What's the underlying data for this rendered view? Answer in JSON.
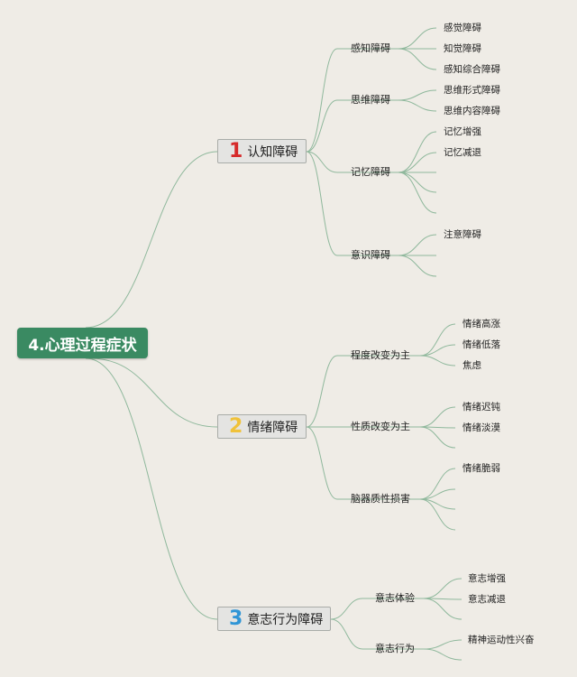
{
  "root": "4.心理过程症状",
  "branches": [
    {
      "num": "1",
      "num_color": "#d62a2a",
      "label": "认知障碍",
      "children": [
        {
          "label": "感知障碍",
          "items": [
            "感觉障碍",
            "知觉障碍",
            "感知综合障碍"
          ]
        },
        {
          "label": "思维障碍",
          "items": [
            "思维形式障碍",
            "思维内容障碍"
          ]
        },
        {
          "label": "记忆障碍",
          "items": [
            "记忆增强",
            "记忆减退",
            "",
            "",
            ""
          ]
        },
        {
          "label": "意识障碍",
          "items": [
            "注意障碍",
            "",
            ""
          ]
        }
      ]
    },
    {
      "num": "2",
      "num_color": "#f0c23a",
      "label": "情绪障碍",
      "children": [
        {
          "label": "程度改变为主",
          "items": [
            "情绪高涨",
            "情绪低落",
            "焦虑"
          ]
        },
        {
          "label": "性质改变为主",
          "items": [
            "情绪迟钝",
            "情绪淡漠",
            ""
          ]
        },
        {
          "label": "脑器质性损害",
          "items": [
            "情绪脆弱",
            "",
            "",
            ""
          ]
        }
      ]
    },
    {
      "num": "3",
      "num_color": "#2f95d6",
      "label": "意志行为障碍",
      "children": [
        {
          "label": "意志体验",
          "items": [
            "意志增强",
            "意志减退",
            ""
          ]
        },
        {
          "label": "意志行为",
          "items": [
            "精神运动性兴奋",
            ""
          ]
        }
      ]
    }
  ]
}
